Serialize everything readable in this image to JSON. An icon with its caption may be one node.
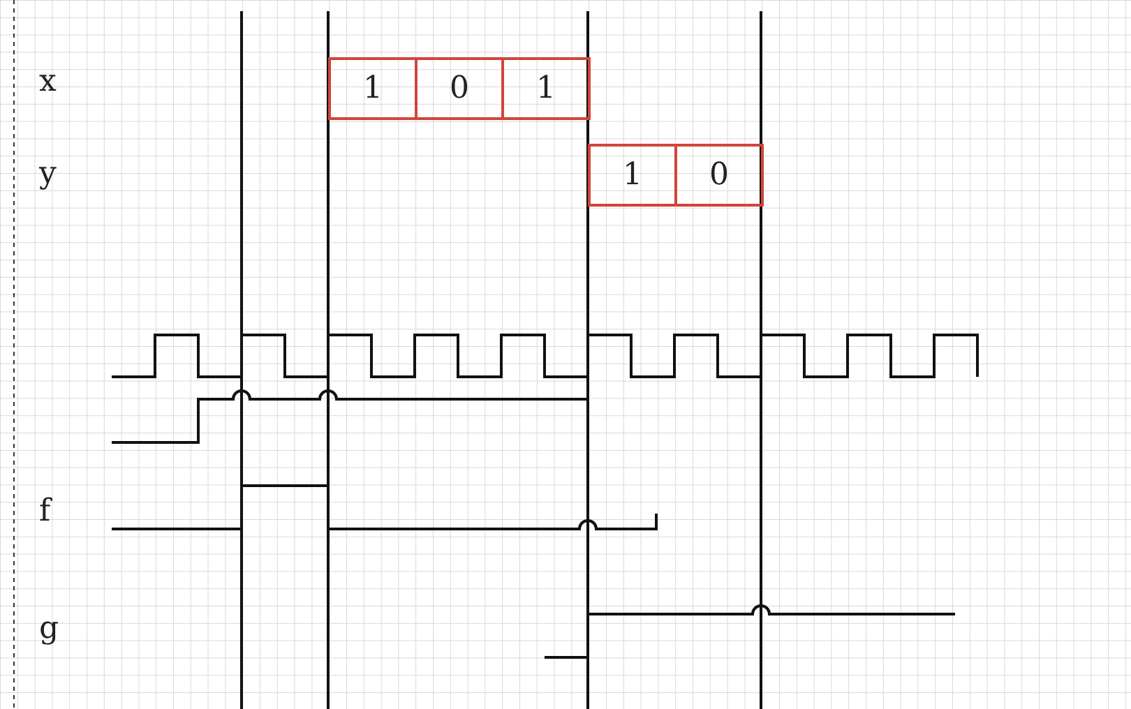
{
  "diagram": {
    "nodes": [
      {
        "text": [
          "1"
        ]
      },
      {
        "text": [
          "0"
        ]
      },
      {
        "text": [
          "1"
        ]
      },
      {
        "text": [
          "1"
        ]
      },
      {
        "text": [
          "0"
        ]
      }
    ],
    "labels": [
      "x",
      "y",
      "f",
      "g"
    ]
  }
}
